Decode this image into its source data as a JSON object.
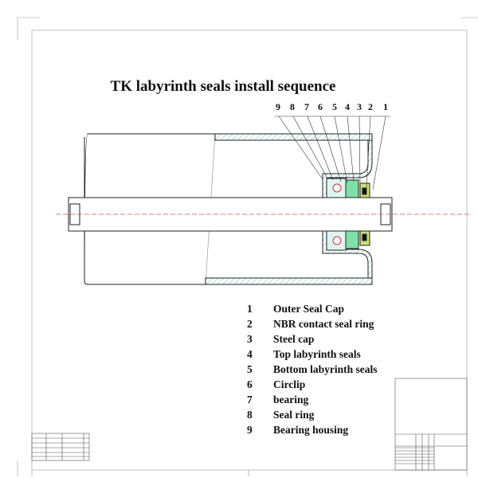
{
  "title": "TK labyrinth seals install sequence",
  "callouts": [
    "9",
    "8",
    "7",
    "6",
    "5",
    "4",
    "3",
    "2",
    "1"
  ],
  "legend": [
    {
      "num": "1",
      "label": "Outer Seal Cap"
    },
    {
      "num": "2",
      "label": "NBR contact seal ring"
    },
    {
      "num": "3",
      "label": "Steel cap"
    },
    {
      "num": "4",
      "label": "Top labyrinth seals"
    },
    {
      "num": "5",
      "label": "Bottom labyrinth seals"
    },
    {
      "num": "6",
      "label": "Circlip"
    },
    {
      "num": "7",
      "label": "bearing"
    },
    {
      "num": "8",
      "label": "Seal ring"
    },
    {
      "num": "9",
      "label": "Bearing housing"
    }
  ],
  "colors": {
    "hatch": "#5ec9c0",
    "seal": "#2fbf6a",
    "cap": "#c8e07a",
    "centerline": "#d9534f"
  }
}
